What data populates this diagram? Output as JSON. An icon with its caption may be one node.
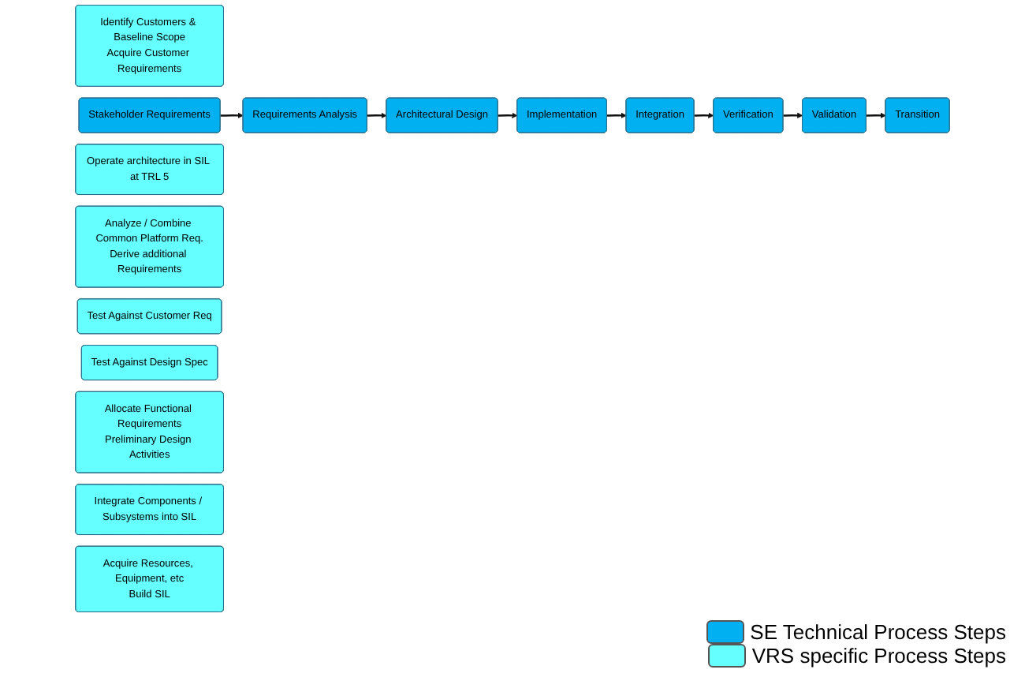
{
  "diagram": {
    "nodes": [
      {
        "text": [
          "Identify Customers & Baseline Scope",
          "Acquire Customer Requirements"
        ]
      },
      {
        "text": [
          "Stakeholder Requirements"
        ]
      },
      {
        "text": [
          "Transition"
        ]
      },
      {
        "text": [
          "Operate architecture in SIL at TRL 5"
        ]
      },
      {
        "text": [
          "Analyze / Combine Common Platform Req.",
          "Derive additional Requirements"
        ]
      },
      {
        "text": [
          "Requirements Analysis"
        ]
      },
      {
        "text": [
          "Validation"
        ]
      },
      {
        "text": [
          "Test Against Customer Req"
        ]
      },
      {
        "text": [
          "Verification"
        ]
      },
      {
        "text": [
          "Test Against Design Spec"
        ]
      },
      {
        "text": [
          "Allocate Functional Requirements",
          "Preliminary Design Activities"
        ]
      },
      {
        "text": [
          "Architectural Design"
        ]
      },
      {
        "text": [
          "Integration"
        ]
      },
      {
        "text": [
          "Integrate Components / Subsystems into SIL"
        ]
      },
      {
        "text": [
          "Acquire Resources, Equipment, etc",
          "Build SIL"
        ]
      },
      {
        "text": [
          "Implementation"
        ]
      }
    ],
    "edges": [
      {
        "from": 1,
        "to": 5,
        "arrow": "to"
      },
      {
        "from": 5,
        "to": 11,
        "arrow": "to"
      },
      {
        "from": 11,
        "to": 15,
        "arrow": "to"
      },
      {
        "from": 15,
        "to": 12,
        "arrow": "to"
      },
      {
        "from": 12,
        "to": 8,
        "arrow": "to"
      },
      {
        "from": 8,
        "to": 6,
        "arrow": "to"
      },
      {
        "from": 6,
        "to": 2,
        "arrow": "to"
      }
    ],
    "legend": [
      {
        "text": "SE Technical Process Steps",
        "color": "#00b0f0"
      },
      {
        "text": "VRS specific Process Steps",
        "color": "#66ffff"
      }
    ]
  }
}
